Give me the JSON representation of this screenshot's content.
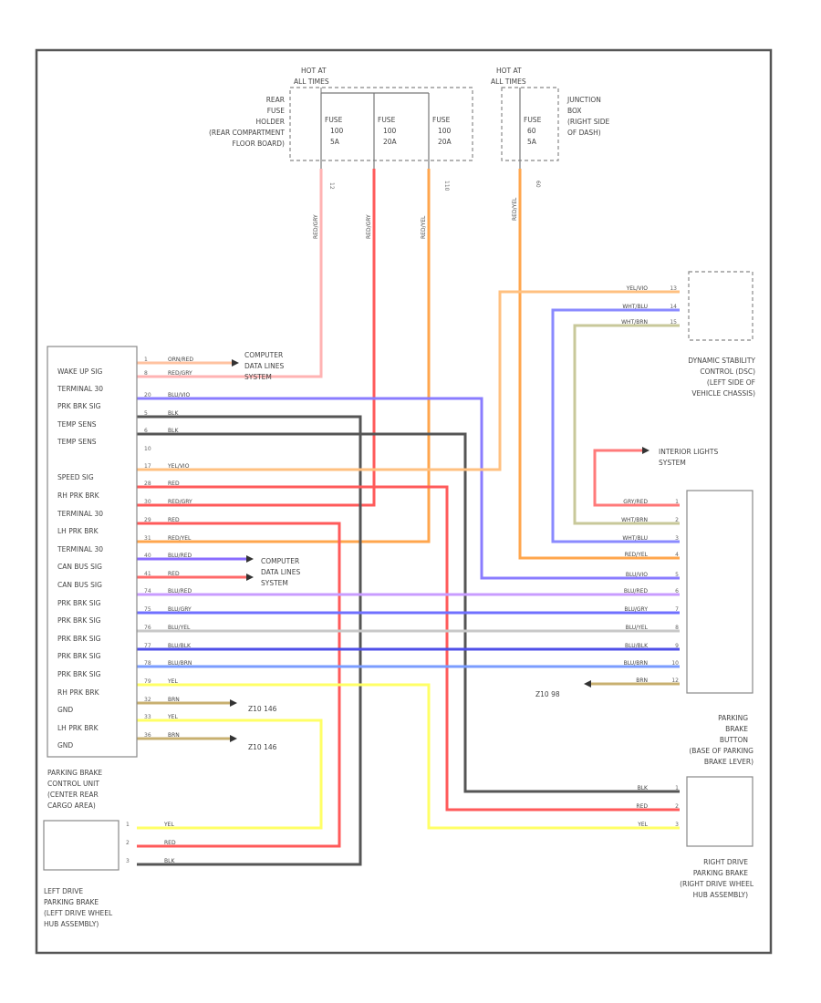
{
  "fuse_box_rear": {
    "hot_at": "HOT AT",
    "hot_at_state": "ALL TIMES",
    "location": [
      "REAR",
      "FUSE",
      "HOLDER",
      "(REAR COMPARTMENT",
      "FLOOR BOARD)"
    ],
    "fuses": [
      {
        "name": "FUSE",
        "num": "100",
        "amps": "5A",
        "circuit": "12"
      },
      {
        "name": "FUSE",
        "num": "100",
        "amps": "20A",
        "circuit": ""
      },
      {
        "name": "FUSE",
        "num": "100",
        "amps": "20A",
        "circuit": "110"
      }
    ]
  },
  "fuse_box_junction": {
    "hot_at": "HOT AT",
    "hot_at_state": "ALL TIMES",
    "location": [
      "JUNCTION",
      "BOX",
      "(RIGHT SIDE",
      "OF DASH)"
    ],
    "fuse": {
      "name": "FUSE",
      "num": "60",
      "amps": "5A",
      "circuit": "60"
    }
  },
  "vertical_wires": {
    "rear_fuse_1": "RED/GRY",
    "rear_fuse_2": "RED/GRY",
    "rear_fuse_3": "RED/YEL",
    "junction_fuse": "RED/YEL"
  },
  "control_unit": {
    "pins": [
      "WAKE UP SIG",
      "TERMINAL 30",
      "PRK BRK SIG",
      "TEMP SENS",
      "TEMP SENS",
      "",
      "SPEED SIG",
      "RH PRK BRK",
      "TERMINAL 30",
      "LH PRK BRK",
      "TERMINAL 30",
      "CAN BUS SIG",
      "CAN BUS SIG",
      "PRK BRK SIG",
      "PRK BRK SIG",
      "PRK BRK SIG",
      "PRK BRK SIG",
      "PRK BRK SIG",
      "RH PRK BRK",
      "GND",
      "LH PRK BRK",
      "GND"
    ],
    "title": [
      "PARKING BRAKE",
      "CONTROL UNIT",
      "(CENTER REAR",
      "CARGO AREA)"
    ]
  },
  "left_wires": [
    {
      "pin": "1",
      "color": "ORN/RED"
    },
    {
      "pin": "8",
      "color": "RED/GRY"
    },
    {
      "pin": "20",
      "color": "BLU/VIO"
    },
    {
      "pin": "5",
      "color": "BLK"
    },
    {
      "pin": "6",
      "color": "BLK"
    },
    {
      "pin": "10",
      "color": ""
    },
    {
      "pin": "17",
      "color": "YEL/VIO"
    },
    {
      "pin": "28",
      "color": "RED"
    },
    {
      "pin": "30",
      "color": "RED/GRY"
    },
    {
      "pin": "29",
      "color": "RED"
    },
    {
      "pin": "31",
      "color": "RED/YEL"
    },
    {
      "pin": "40",
      "color": "BLU/RED"
    },
    {
      "pin": "41",
      "color": "RED"
    },
    {
      "pin": "74",
      "color": "BLU/RED"
    },
    {
      "pin": "75",
      "color": "BLU/GRY"
    },
    {
      "pin": "76",
      "color": "BLU/YEL"
    },
    {
      "pin": "77",
      "color": "BLU/BLK"
    },
    {
      "pin": "78",
      "color": "BLU/BRN"
    },
    {
      "pin": "79",
      "color": "YEL"
    },
    {
      "pin": "32",
      "color": "BRN"
    },
    {
      "pin": "33",
      "color": "YEL"
    },
    {
      "pin": "36",
      "color": "BRN"
    }
  ],
  "refs": {
    "computer_data_1": [
      "COMPUTER",
      "DATA LINES",
      "SYSTEM"
    ],
    "computer_data_2": [
      "COMPUTER",
      "DATA LINES",
      "SYSTEM"
    ],
    "interior_lights": [
      "INTERIOR LIGHTS",
      "SYSTEM"
    ],
    "ground_146_a": "Z10 146",
    "ground_146_b": "Z10 146",
    "ground_98": "Z10 98"
  },
  "dsc": {
    "title": [
      "DYNAMIC STABILITY",
      "CONTROL (DSC)",
      "(LEFT SIDE OF",
      "VEHICLE CHASSIS)"
    ],
    "wires": [
      {
        "color": "YEL/VIO",
        "pin": "13"
      },
      {
        "color": "WHT/BLU",
        "pin": "14"
      },
      {
        "color": "WHT/BRN",
        "pin": "15"
      }
    ]
  },
  "button": {
    "title": [
      "PARKING",
      "BRAKE",
      "BUTTON",
      "(BASE OF PARKING",
      "BRAKE LEVER)"
    ],
    "wires": [
      {
        "color": "GRY/RED",
        "pin": "1"
      },
      {
        "color": "WHT/BRN",
        "pin": "2"
      },
      {
        "color": "WHT/BLU",
        "pin": "3"
      },
      {
        "color": "RED/YEL",
        "pin": "4"
      },
      {
        "color": "BLU/VIO",
        "pin": "5"
      },
      {
        "color": "BLU/RED",
        "pin": "6"
      },
      {
        "color": "BLU/GRY",
        "pin": "7"
      },
      {
        "color": "BLU/YEL",
        "pin": "8"
      },
      {
        "color": "BLU/BLK",
        "pin": "9"
      },
      {
        "color": "BLU/BRN",
        "pin": "10"
      },
      {
        "color": "BRN",
        "pin": "12"
      }
    ]
  },
  "left_drive": {
    "title": [
      "LEFT DRIVE",
      "PARKING BRAKE",
      "(LEFT DRIVE WHEEL",
      "HUB ASSEMBLY)"
    ],
    "wires": [
      {
        "pin": "1",
        "color": "YEL"
      },
      {
        "pin": "2",
        "color": "RED"
      },
      {
        "pin": "3",
        "color": "BLK"
      }
    ]
  },
  "right_drive": {
    "title": [
      "RIGHT DRIVE",
      "PARKING BRAKE",
      "(RIGHT DRIVE WHEEL",
      "HUB ASSEMBLY)"
    ],
    "wires": [
      {
        "color": "BLK",
        "pin": "1"
      },
      {
        "color": "RED",
        "pin": "2"
      },
      {
        "color": "YEL",
        "pin": "3"
      }
    ]
  },
  "colors": {
    "red": "#ff5a5a",
    "pink": "#ffb3b3",
    "orange": "#ffa64d",
    "yellow": "#ffff66",
    "blue": "#6a6aff",
    "lightblue": "#9ab0ff",
    "violet": "#c8a8ff",
    "black": "#444444",
    "brown": "#d8c49a",
    "grey": "#c8c8c8"
  }
}
